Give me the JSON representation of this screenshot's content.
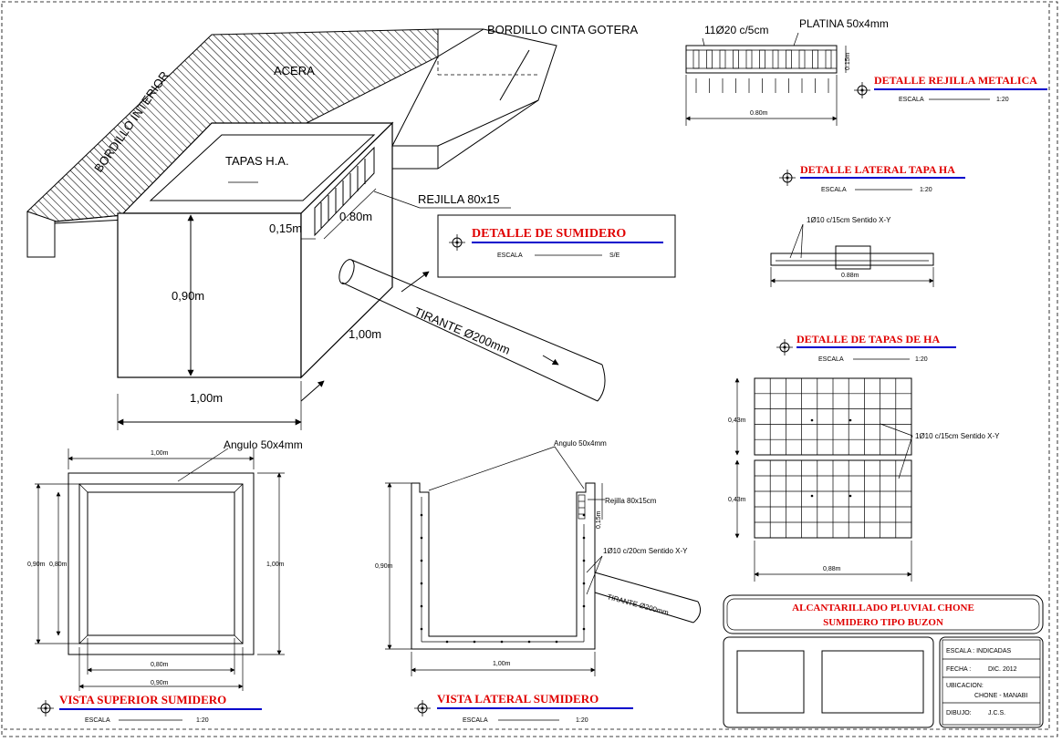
{
  "iso": {
    "bordillo_cinta": "BORDILLO CINTA GOTERA",
    "acera": "ACERA",
    "bordillo_interior": "BORDILLO INTERIOR",
    "tapas": "TAPAS H.A.",
    "rejilla": "REJILLA 80x15",
    "dim_080": "0.80m",
    "dim_015": "0,15m",
    "dim_090": "0,90m",
    "dim_100_side": "1,00m",
    "dim_100_bottom": "1,00m",
    "tirante": "TIRANTE Ø200mm"
  },
  "detalle_sumidero": {
    "title": "DETALLE DE SUMIDERO",
    "escala_label": "ESCALA",
    "escala_value": "S/E"
  },
  "rejilla_metalica": {
    "title": "DETALLE REJILLA METALICA",
    "bars": "11Ø20 c/5cm",
    "platina": "PLATINA 50x4mm",
    "dim_h": "0.15m",
    "dim_w": "0.80m",
    "escala_label": "ESCALA",
    "escala_value": "1:20"
  },
  "lateral_tapa": {
    "title": "DETALLE LATERAL TAPA HA",
    "escala_label": "ESCALA",
    "escala_value": "1:20",
    "armado": "1Ø10 c/15cm Sentido X-Y",
    "dim_w": "0.88m"
  },
  "tapas_ha": {
    "title": "DETALLE DE TAPAS DE HA",
    "escala_label": "ESCALA",
    "escala_value": "1:20",
    "dim_h1": "0,43m",
    "dim_h2": "0,43m",
    "armado": "1Ø10 c/15cm Sentido X-Y",
    "dim_w": "0,88m"
  },
  "vista_superior": {
    "title": "VISTA SUPERIOR SUMIDERO",
    "escala_label": "ESCALA",
    "escala_value": "1:20",
    "angulo": "Angulo 50x4mm",
    "dim_top": "1,00m",
    "dim_left1": "0,90m",
    "dim_left2": "0,80m",
    "dim_right": "1,00m",
    "dim_b1": "0,80m",
    "dim_b2": "0,90m"
  },
  "vista_lateral": {
    "title": "VISTA LATERAL SUMIDERO",
    "escala_label": "ESCALA",
    "escala_value": "1:20",
    "angulo": "Angulo 50x4mm",
    "rejilla": "Rejilla 80x15cm",
    "dim_015": "0,15m",
    "armado": "1Ø10 c/20cm Sentido X-Y",
    "tirante": "TIRANTE Ø200mm",
    "dim_h": "0,90m",
    "dim_w": "1,00m"
  },
  "cajetin": {
    "title1": "ALCANTARILLADO PLUVIAL CHONE",
    "title2": "SUMIDERO TIPO BUZON",
    "escala": "ESCALA : INDICADAS",
    "fecha_label": "FECHA :",
    "fecha_value": "DIC. 2012",
    "ubicacion_label": "UBICACION:",
    "ubicacion_value": "CHONE - MANABI",
    "dibujo_label": "DIBUJO:",
    "dibujo_value": "J.C.S."
  },
  "colors": {
    "title_red": "#e00000",
    "underline_blue": "#0000cc",
    "line": "#000000"
  }
}
